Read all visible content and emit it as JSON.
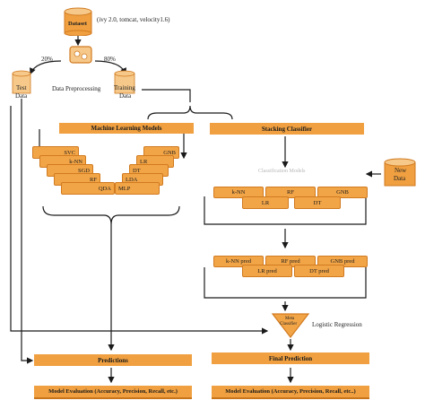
{
  "dataset": {
    "label": "Dataset",
    "projects": "(ivy 2.0, tomcat, velocity1.6)"
  },
  "split": {
    "test_percent": "20%",
    "train_percent": "80%",
    "test_label_1": "Test",
    "test_label_2": "Data",
    "train_label_1": "Training",
    "train_label_2": "Data",
    "preprocessing": "Data Preprocessing"
  },
  "ml_models": {
    "title": "Machine Learning Models",
    "left_stack": [
      "SVC",
      "k-NN",
      "SGD",
      "RF",
      "QDA"
    ],
    "right_stack": [
      "GNB",
      "LR",
      "DT",
      "LDA",
      "MLP"
    ]
  },
  "stacking": {
    "title": "Stacking Classifier",
    "classification_models": "Classification Models",
    "base_top": [
      "k-NN",
      "RF",
      "GNB"
    ],
    "base_bottom": [
      "LR",
      "DT"
    ],
    "pred_top": [
      "k-NN pred",
      "RF pred",
      "GNB pred"
    ],
    "pred_bottom": [
      "LR pred",
      "DT pred"
    ],
    "meta_1": "Meta",
    "meta_2": "Classifier",
    "meta_name": "Logistic Regression"
  },
  "new_data": {
    "line1": "New",
    "line2": "Data"
  },
  "outputs": {
    "predictions": "Predictions",
    "final_prediction": "Final Prediction",
    "eval_left": "Model Evaluation (Accuracy, Precision, Recall, etc.)",
    "eval_right": "Model Evaluation (Accuracy, Precision, Recall, etc..)"
  },
  "colors": {
    "accent": "#f0a040",
    "accent_dark": "#d17a20",
    "line": "#1a1a1a"
  }
}
